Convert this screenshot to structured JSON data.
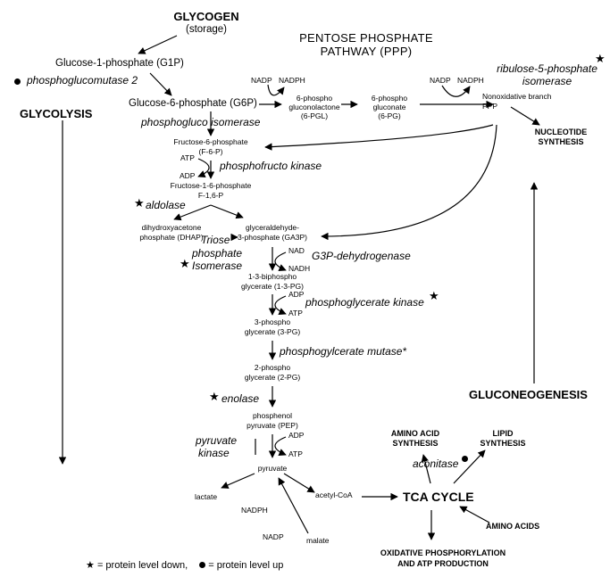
{
  "headers": {
    "glycogen": "GLYCOGEN",
    "storage": "(storage)",
    "ppp_line1": "PENTOSE PHOSPHATE",
    "ppp_line2": "PATHWAY (PPP)",
    "glycolysis": "GLYCOLYSIS",
    "gluconeogenesis": "GLUCONEOGENESIS",
    "tca": "TCA CYCLE"
  },
  "metabolites": {
    "g1p": "Glucose-1-phosphate (G1P)",
    "g6p": "Glucose-6-phosphate (G6P)",
    "f6p_1": "Fructose-6-phosphate",
    "f6p_2": "(F-6-P)",
    "f16p_1": "Fructose-1-6-phosphate",
    "f16p_2": "F-1,6-P",
    "dhap_1": "dihydroxyacetone",
    "dhap_2": "phosphate (DHAP)",
    "ga3p_1": "glyceraldehyde-",
    "ga3p_2": "3-phosphate (GA3P)",
    "bpg_1": "1-3-biphospho",
    "bpg_2": "glycerate (1-3-PG)",
    "pg3_1": "3-phospho",
    "pg3_2": "glycerate (3-PG)",
    "pg2_1": "2-phospho",
    "pg2_2": "glycerate (2-PG)",
    "pep_1": "phosphenol",
    "pep_2": "pyruvate (PEP)",
    "pyruvate": "pyruvate",
    "lactate": "lactate",
    "acetylcoa": "acetyl-CoA",
    "malate": "malate",
    "pgl_1": "6-phospho",
    "pgl_2": "gluconolactone",
    "pgl_3": "(6-PGL)",
    "pgc_1": "6-phospho",
    "pgc_2": "gluconate",
    "pgc_3": "(6-PG)",
    "nonox_1": "Nonoxidative branch",
    "nonox_2": "PPP"
  },
  "cofactors": {
    "nadp_a": "NADP",
    "nadph_a": "NADPH",
    "nadp_b": "NADP",
    "nadph_b": "NADPH",
    "atp_pfk": "ATP",
    "adp_pfk": "ADP",
    "nad": "NAD",
    "nadh": "NADH",
    "adp_pgk": "ADP",
    "atp_pgk": "ATP",
    "adp_pk": "ADP",
    "atp_pk": "ATP",
    "nadph_low": "NADPH",
    "nadp_low": "NADP"
  },
  "enzymes": {
    "pgm2": "phosphoglucomutase 2",
    "pgi": "phosphogluco isomerase",
    "pfk": "phosphofructo kinase",
    "aldolase": "aldolase",
    "tpi_1": "Triose",
    "tpi_2": "phosphate",
    "tpi_3": "Isomerase",
    "g3pdh": "G3P-dehydrogenase",
    "pgk": "phosphoglycerate kinase",
    "pgam": "phosphogylcerate mutase*",
    "enolase": "enolase",
    "pk_1": "pyruvate",
    "pk_2": "kinase",
    "r5pi_1": "ribulose-5-phosphate",
    "r5pi_2": "isomerase",
    "aconitase": "aconitase"
  },
  "outputs": {
    "nucleotide_1": "NUCLEOTIDE",
    "nucleotide_2": "SYNTHESIS",
    "amino_syn_1": "AMINO ACID",
    "amino_syn_2": "SYNTHESIS",
    "lipid_1": "LIPID",
    "lipid_2": "SYNTHESIS",
    "amino_acids": "AMINO ACIDS",
    "oxphos_1": "OXIDATIVE PHOSPHORYLATION",
    "oxphos_2": "AND ATP PRODUCTION"
  },
  "markers": {
    "star": "★"
  },
  "legend": {
    "star_text": "= protein level down,",
    "dot_text": "= protein level up"
  }
}
